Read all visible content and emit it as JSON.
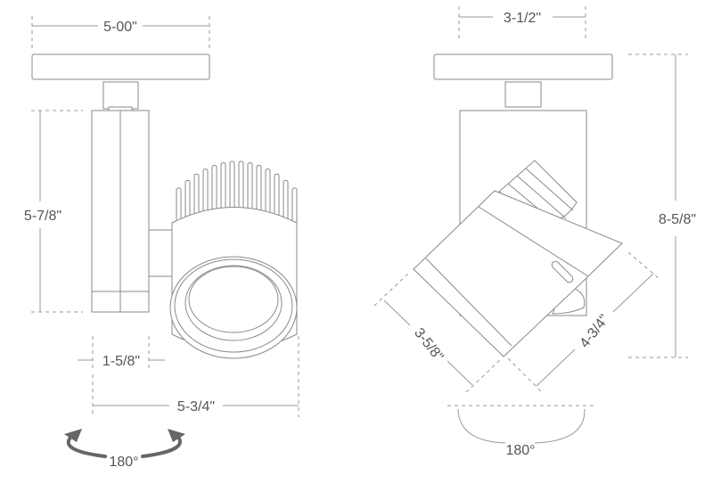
{
  "side_view": {
    "width_adapter": "5-00\"",
    "height_body": "5-7/8\"",
    "body_depth": "1-5/8\"",
    "overall_depth": "5-3/4\"",
    "rotation": "180°"
  },
  "front_view": {
    "width_body": "3-1/2\"",
    "overall_height": "8-5/8\"",
    "head_diameter": "3-5/8\"",
    "head_length": "4-3/4\"",
    "tilt": "180°"
  },
  "colors": {
    "line": "#8a8a8a",
    "text": "#555555"
  }
}
